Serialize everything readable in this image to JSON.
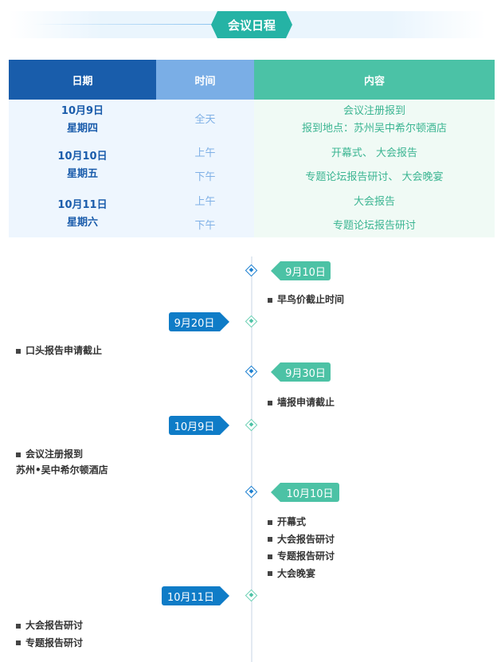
{
  "title": "会议日程",
  "table": {
    "headers": [
      "日期",
      "时间",
      "内容"
    ],
    "colors": {
      "date_header": "#195dab",
      "time_header": "#7aaee6",
      "content_header": "#4bc2a6"
    },
    "days": [
      {
        "date": "10月9日",
        "weekday": "星期四",
        "sessions": [
          {
            "time": "全天",
            "content": [
              "会议注册报到",
              "报到地点：苏州吴中希尔顿酒店"
            ]
          }
        ]
      },
      {
        "date": "10月10日",
        "weekday": "星期五",
        "sessions": [
          {
            "time": "上午",
            "content": [
              "开幕式、 大会报告"
            ]
          },
          {
            "time": "下午",
            "content": [
              "专题论坛报告研讨、 大会晚宴"
            ]
          }
        ]
      },
      {
        "date": "10月11日",
        "weekday": "星期六",
        "sessions": [
          {
            "time": "上午",
            "content": [
              "大会报告"
            ]
          },
          {
            "time": "下午",
            "content": [
              "专题论坛报告研讨"
            ]
          }
        ]
      }
    ]
  },
  "timeline": [
    {
      "date": "9月10日",
      "side": "right",
      "items": [
        "早鸟价截止时间"
      ]
    },
    {
      "date": "9月20日",
      "side": "left",
      "items": [
        "口头报告申请截止"
      ]
    },
    {
      "date": "9月30日",
      "side": "right",
      "items": [
        "墙报申请截止"
      ]
    },
    {
      "date": "10月9日",
      "side": "left",
      "items": [
        "会议注册报到"
      ],
      "note": "苏州•吴中希尔顿酒店"
    },
    {
      "date": "10月10日",
      "side": "right",
      "items": [
        "开幕式",
        "大会报告研讨",
        "专题报告研讨",
        "大会晚宴"
      ]
    },
    {
      "date": "10月11日",
      "side": "left",
      "items": [
        "大会报告研讨",
        "专题报告研讨"
      ]
    }
  ]
}
